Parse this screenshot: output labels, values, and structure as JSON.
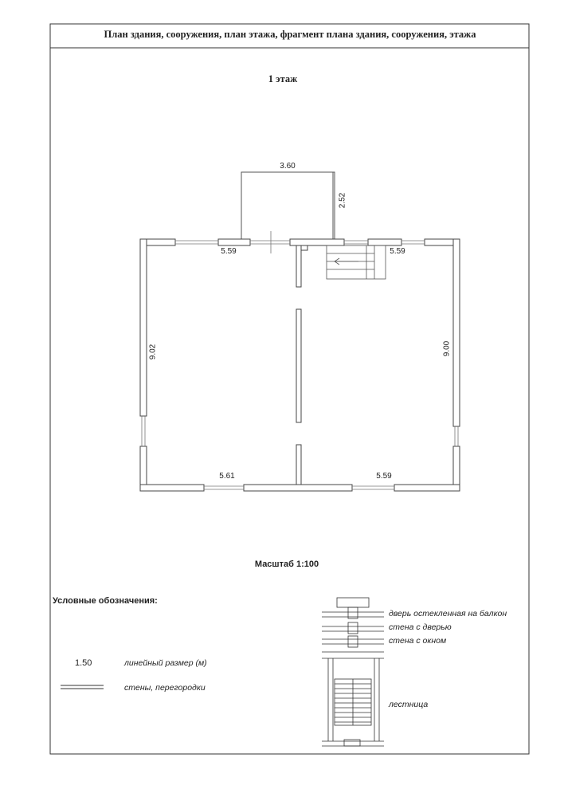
{
  "header": {
    "title": "План здания, сооружения, план этажа, фрагмент плана здания, сооружения, этажа"
  },
  "plan": {
    "floor_label": "1 этаж",
    "dimensions": {
      "balcony_width": "3.60",
      "balcony_depth": "2.52",
      "top_left": "5.59",
      "top_right": "5.59",
      "left": "9.02",
      "right": "9.00",
      "bottom_left": "5.61",
      "bottom_right": "5.59"
    }
  },
  "scale": "Масштаб 1:100",
  "legend": {
    "title": "Условные обозначения:",
    "sample_dimension": "1.50",
    "linear_dimension": "линейный размер (м)",
    "walls": "стены, перегородки",
    "glass_door": "дверь остекленная на балкон",
    "wall_door": "стена с дверью",
    "wall_window": "стена с окном",
    "stairs": "лестница"
  }
}
